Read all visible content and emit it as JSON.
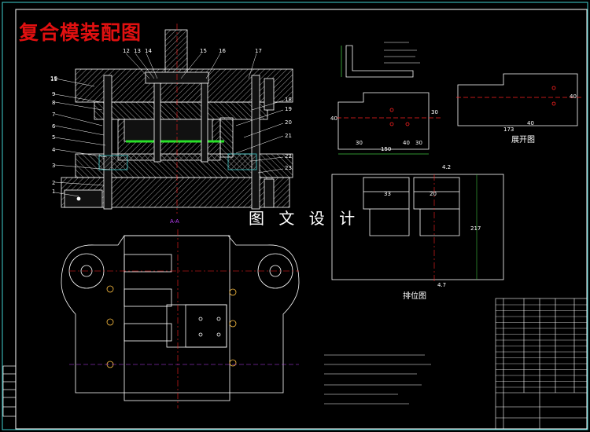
{
  "title": "复合模装配图",
  "watermark": "图 文 设 计",
  "views": {
    "section_label": "A-A",
    "unfold_label": "展开图",
    "strip_label": "排位图"
  },
  "part_numbers": [
    "1",
    "2",
    "3",
    "4",
    "5",
    "6",
    "7",
    "8",
    "9",
    "10",
    "11",
    "12",
    "13",
    "14",
    "15",
    "16",
    "17",
    "18",
    "19",
    "20",
    "21",
    "22",
    "23"
  ],
  "part_view": {
    "dims_small": [
      "40",
      "30",
      "150",
      "40",
      "30",
      "30"
    ],
    "unfold_dims": [
      "40",
      "40",
      "173"
    ]
  },
  "strip_dims": [
    "33",
    "20",
    "217",
    "4.7",
    "4.2"
  ],
  "colors": {
    "line": "#ffffff",
    "hatch": "#c8c8c8",
    "centerline": "#ff2020",
    "dimension": "#40c040",
    "accent_green": "#28e028",
    "accent_cyan": "#40d0d0",
    "title_red": "#e01010"
  }
}
